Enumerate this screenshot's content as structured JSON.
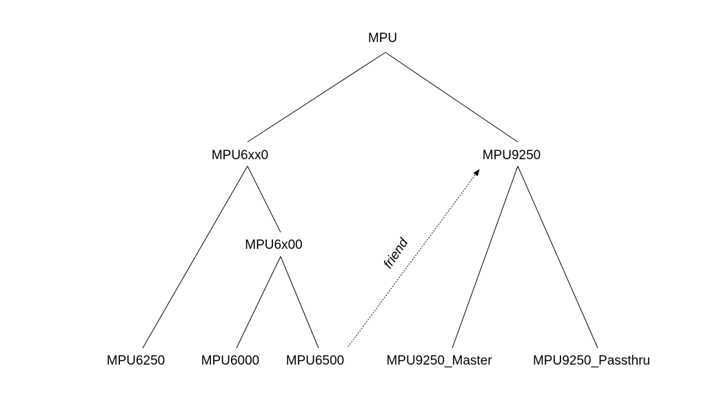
{
  "diagram": {
    "nodes": {
      "mpu": "MPU",
      "mpu6xx0": "MPU6xx0",
      "mpu9250": "MPU9250",
      "mpu6x00": "MPU6x00",
      "mpu6250": "MPU6250",
      "mpu6000": "MPU6000",
      "mpu6500": "MPU6500",
      "mpu9250_master": "MPU9250_Master",
      "mpu9250_passthru": "MPU9250_Passthru"
    },
    "edges": [
      {
        "from": "MPU",
        "to": "MPU6xx0",
        "style": "solid"
      },
      {
        "from": "MPU",
        "to": "MPU9250",
        "style": "solid"
      },
      {
        "from": "MPU6xx0",
        "to": "MPU6250",
        "style": "solid"
      },
      {
        "from": "MPU6xx0",
        "to": "MPU6x00",
        "style": "solid"
      },
      {
        "from": "MPU6x00",
        "to": "MPU6000",
        "style": "solid"
      },
      {
        "from": "MPU6x00",
        "to": "MPU6500",
        "style": "solid"
      },
      {
        "from": "MPU9250",
        "to": "MPU9250_Master",
        "style": "solid"
      },
      {
        "from": "MPU9250",
        "to": "MPU9250_Passthru",
        "style": "solid"
      },
      {
        "from": "MPU6500",
        "to": "MPU9250",
        "style": "dotted",
        "label": "friend"
      }
    ],
    "friend_label": "friend",
    "colors": {
      "line": "#000000",
      "background": "#ffffff"
    }
  }
}
